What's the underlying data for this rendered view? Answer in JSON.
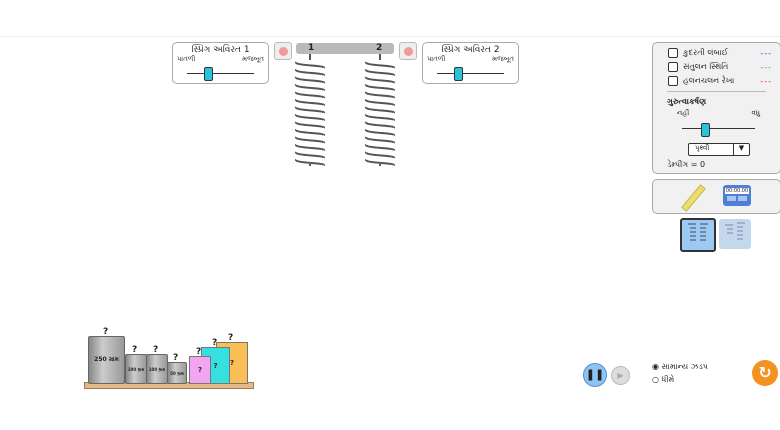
{
  "spring1": {
    "title": "સ્પ્રિંગ અવિરત 1",
    "left": "પાતળી",
    "right": "મજબૂત",
    "value": 0.4
  },
  "spring2": {
    "title": "સ્પ્રિંગ અવિરત 2",
    "left": "પાતળી",
    "right": "મજબૂત",
    "value": 0.4
  },
  "bar": {
    "label1": "1",
    "label2": "2"
  },
  "options": {
    "natural_length": "કુદરતી લંબાઈ",
    "equilibrium": "સંતુલન સ્થિતિ",
    "movable_line": "હલનચલન રેખા",
    "dash": "---",
    "colors": {
      "natural": "#4444ee",
      "equilibrium": "#22bb22",
      "movable": "#ee2222"
    }
  },
  "gravity": {
    "title": "ગુરુત્વાકર્ષણ",
    "none": "નહીં",
    "more": "વધુ",
    "planet": "પૃથ્વી",
    "damping": "ડેમ્પીંગ = 0"
  },
  "timer": {
    "time": "00:00.00"
  },
  "masses": {
    "m250": "250 ગ્રામ",
    "m100a": "100 ગ્રામ",
    "m100b": "100 ગ્રામ",
    "m50": "50 ગ્રામ",
    "unknown": "?"
  },
  "speed": {
    "normal": "સામાન્ય ઝડપ",
    "slow": "ધીમે"
  }
}
